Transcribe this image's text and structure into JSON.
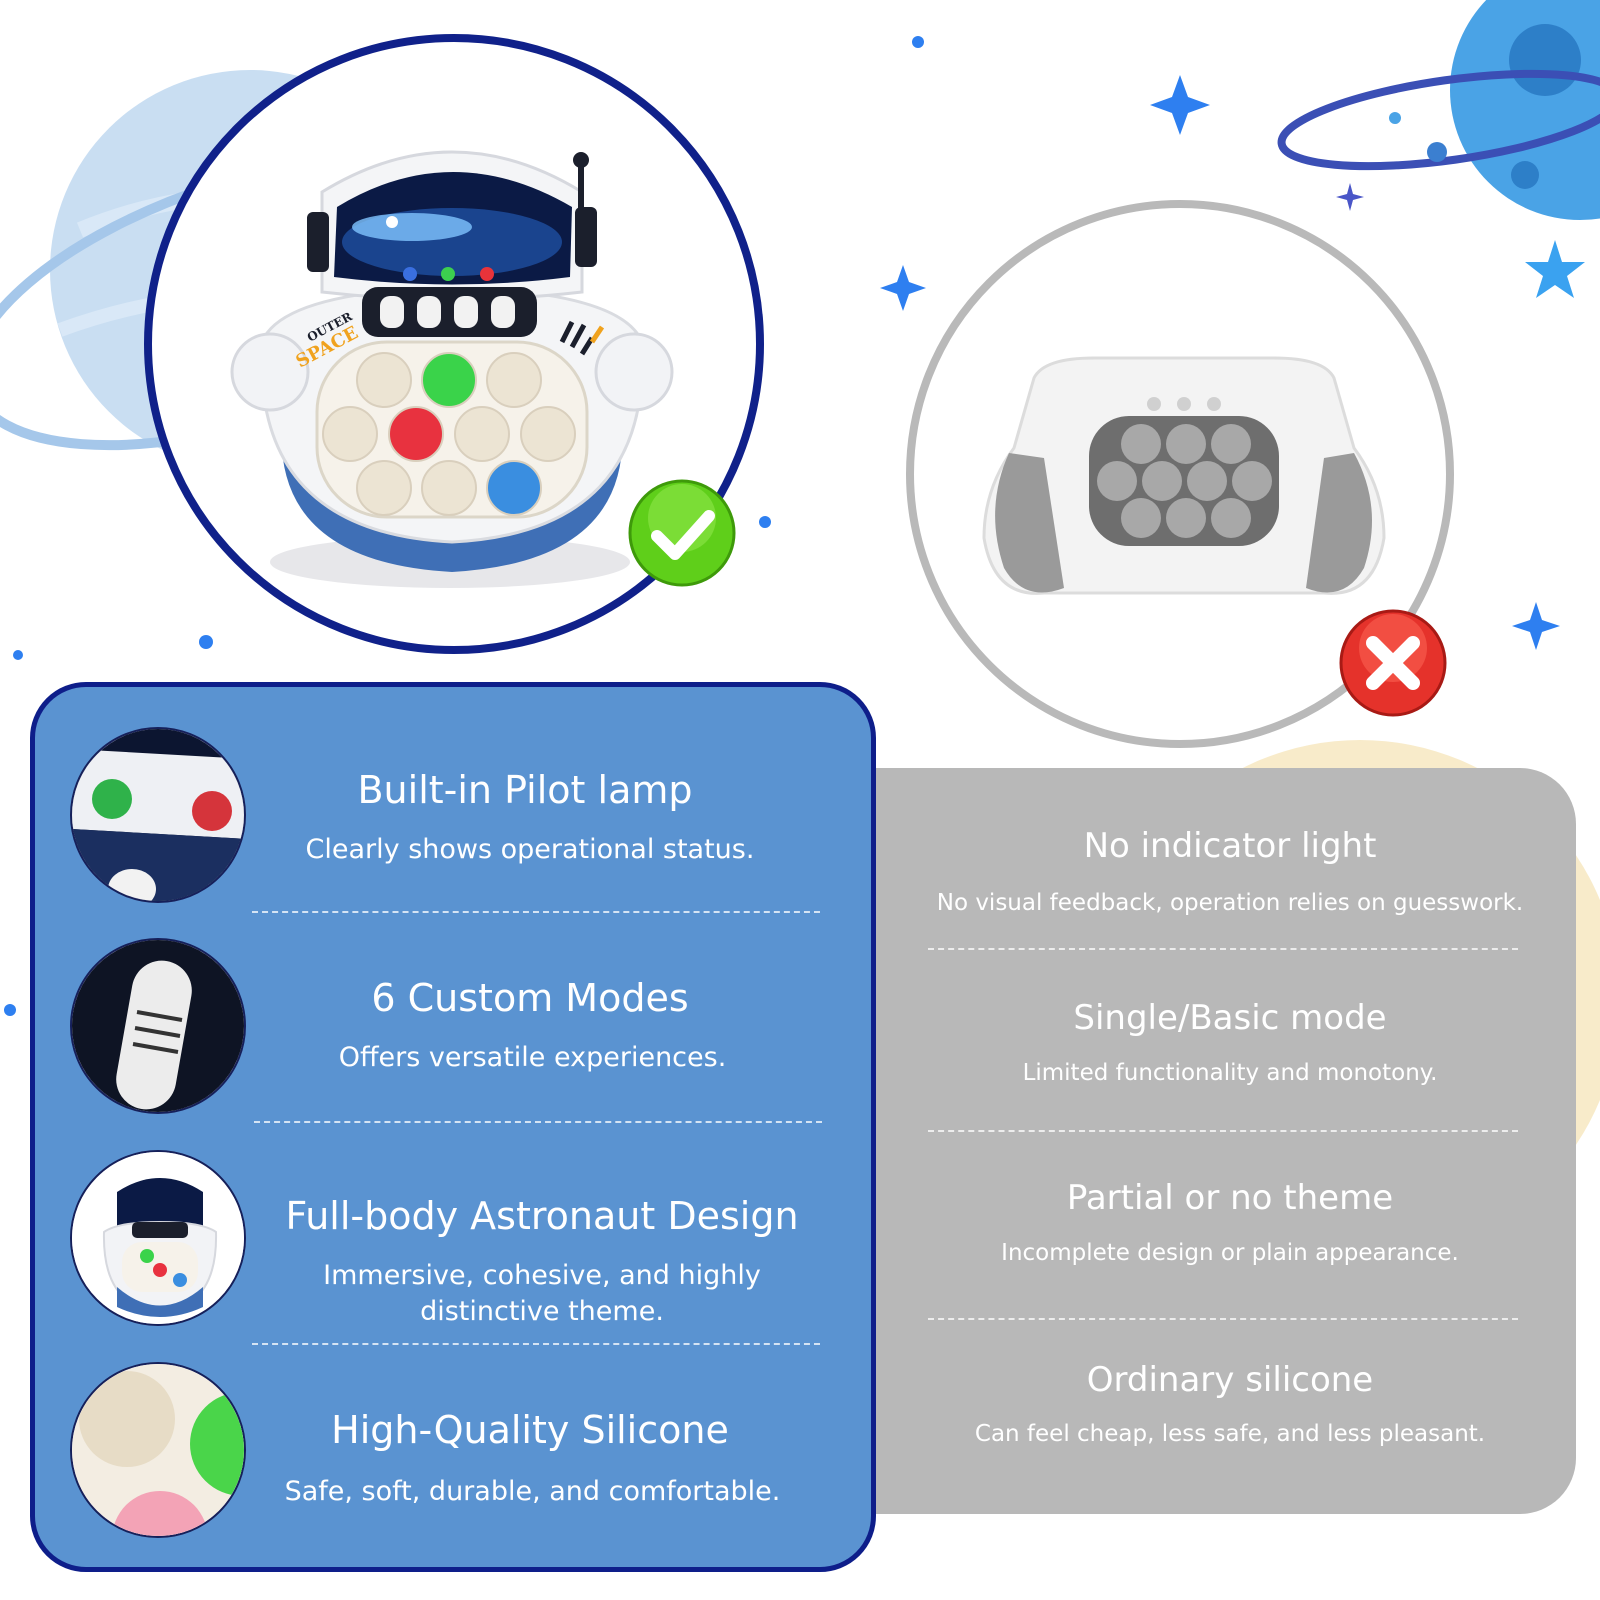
{
  "colors": {
    "panel_blue": "#5a93d1",
    "panel_border": "#0e1e8a",
    "panel_grey": "#b8b8b8",
    "check_green": "#5fcf1a",
    "cross_red": "#e5322b"
  },
  "product": {
    "label_outer": "OUTER",
    "label_space": "SPACE"
  },
  "badges": {
    "good": "check-icon",
    "bad": "cross-icon"
  },
  "features": [
    {
      "title": "Built-in Pilot lamp",
      "desc": "Clearly shows operational status."
    },
    {
      "title": "6 Custom Modes",
      "desc": "Offers versatile experiences."
    },
    {
      "title": "Full-body Astronaut Design",
      "desc_line1": "Immersive, cohesive, and highly",
      "desc_line2": "distinctive theme."
    },
    {
      "title": "High-Quality Silicone",
      "desc": "Safe, soft, durable, and comfortable."
    }
  ],
  "competitor": [
    {
      "title": "No indicator light",
      "desc": "No visual feedback, operation relies on guesswork."
    },
    {
      "title": "Single/Basic mode",
      "desc": "Limited functionality and monotony."
    },
    {
      "title": "Partial or no theme",
      "desc": "Incomplete design or plain appearance."
    },
    {
      "title": "Ordinary silicone",
      "desc": "Can feel cheap, less safe, and less pleasant."
    }
  ]
}
